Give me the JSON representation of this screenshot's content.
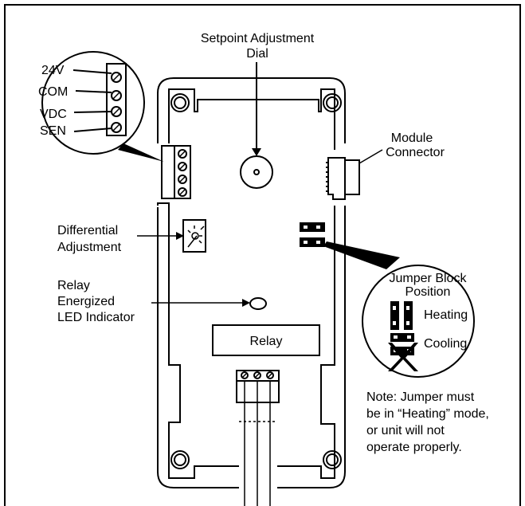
{
  "labels": {
    "setpoint_line1": "Setpoint Adjustment",
    "setpoint_line2": "Dial",
    "module_line1": "Module",
    "module_line2": "Connector",
    "differential_line1": "Differential",
    "differential_line2": "Adjustment",
    "relay_led_line1": "Relay",
    "relay_led_line2": "Energized",
    "relay_led_line3": "LED Indicator",
    "relay": "Relay",
    "jumper_title_line1": "Jumper Block",
    "jumper_title_line2": "Position",
    "heating": "Heating",
    "cooling": "Cooling"
  },
  "terminals": [
    "24V",
    "COM",
    "VDC",
    "SEN"
  ],
  "note": {
    "line1": "Note: Jumper must",
    "line2": "be in “Heating” mode,",
    "line3": "or unit will not",
    "line4": "operate properly."
  }
}
